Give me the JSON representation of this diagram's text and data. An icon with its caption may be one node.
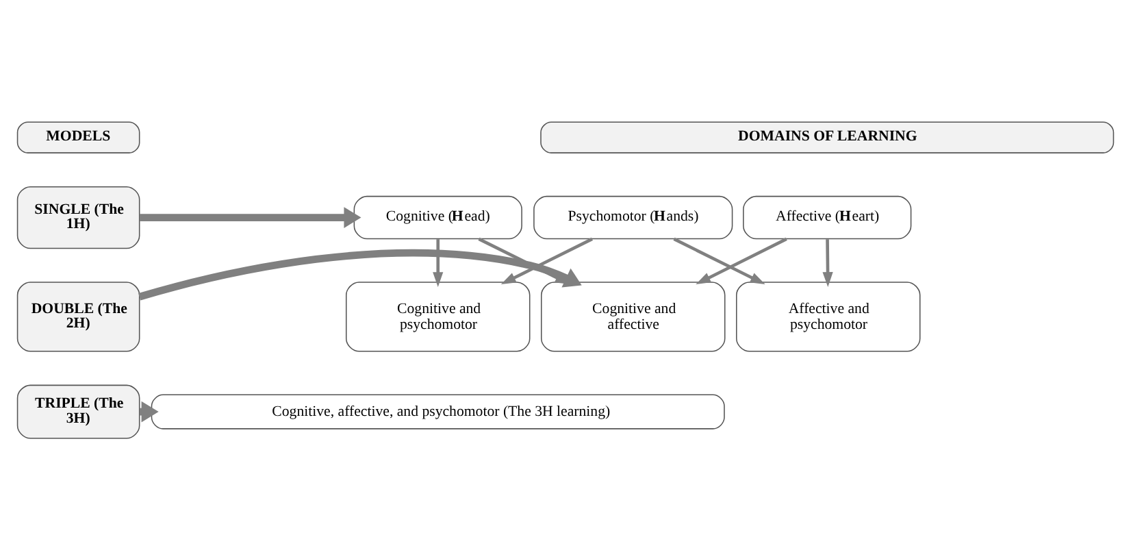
{
  "diagram": {
    "nodes": [
      {
        "text": [
          "MODELS"
        ]
      },
      {
        "text": [
          "DOMAINS OF LEARNING"
        ]
      },
      {
        "text": [
          "SINGLE (The 1H)"
        ]
      },
      {
        "text": [
          "Cognitive (**H**ead)"
        ]
      },
      {
        "text": [
          "Affective (**H**eart)"
        ]
      },
      {
        "text": [
          "Psychomotor (**H**ands)"
        ]
      },
      {
        "text": [
          "DOUBLE (The 2H)"
        ]
      },
      {
        "text": [
          "Cognitive and affective"
        ]
      },
      {
        "text": [
          "Cognitive and psychomotor"
        ]
      },
      {
        "text": [
          "Affective and psychomotor"
        ]
      },
      {
        "text": [
          "TRIPLE (The 3H)"
        ]
      },
      {
        "text": [
          "Cognitive, affective, and psychomotor (The 3H learning)"
        ]
      }
    ],
    "edges": [
      {
        "from": 2,
        "to": 3,
        "arrow": "to",
        "style": "thick"
      },
      {
        "from": 3,
        "to": 7,
        "arrow": "to"
      },
      {
        "from": 3,
        "to": 8,
        "arrow": "to"
      },
      {
        "from": 4,
        "to": 7,
        "arrow": "to"
      },
      {
        "from": 4,
        "to": 9,
        "arrow": "to"
      },
      {
        "from": 5,
        "to": 8,
        "arrow": "to"
      },
      {
        "from": 5,
        "to": 9,
        "arrow": "to"
      },
      {
        "from": 6,
        "to": 7,
        "arrow": "to",
        "style": "thick"
      },
      {
        "from": 10,
        "to": 11,
        "arrow": "to",
        "style": "thick"
      }
    ]
  }
}
